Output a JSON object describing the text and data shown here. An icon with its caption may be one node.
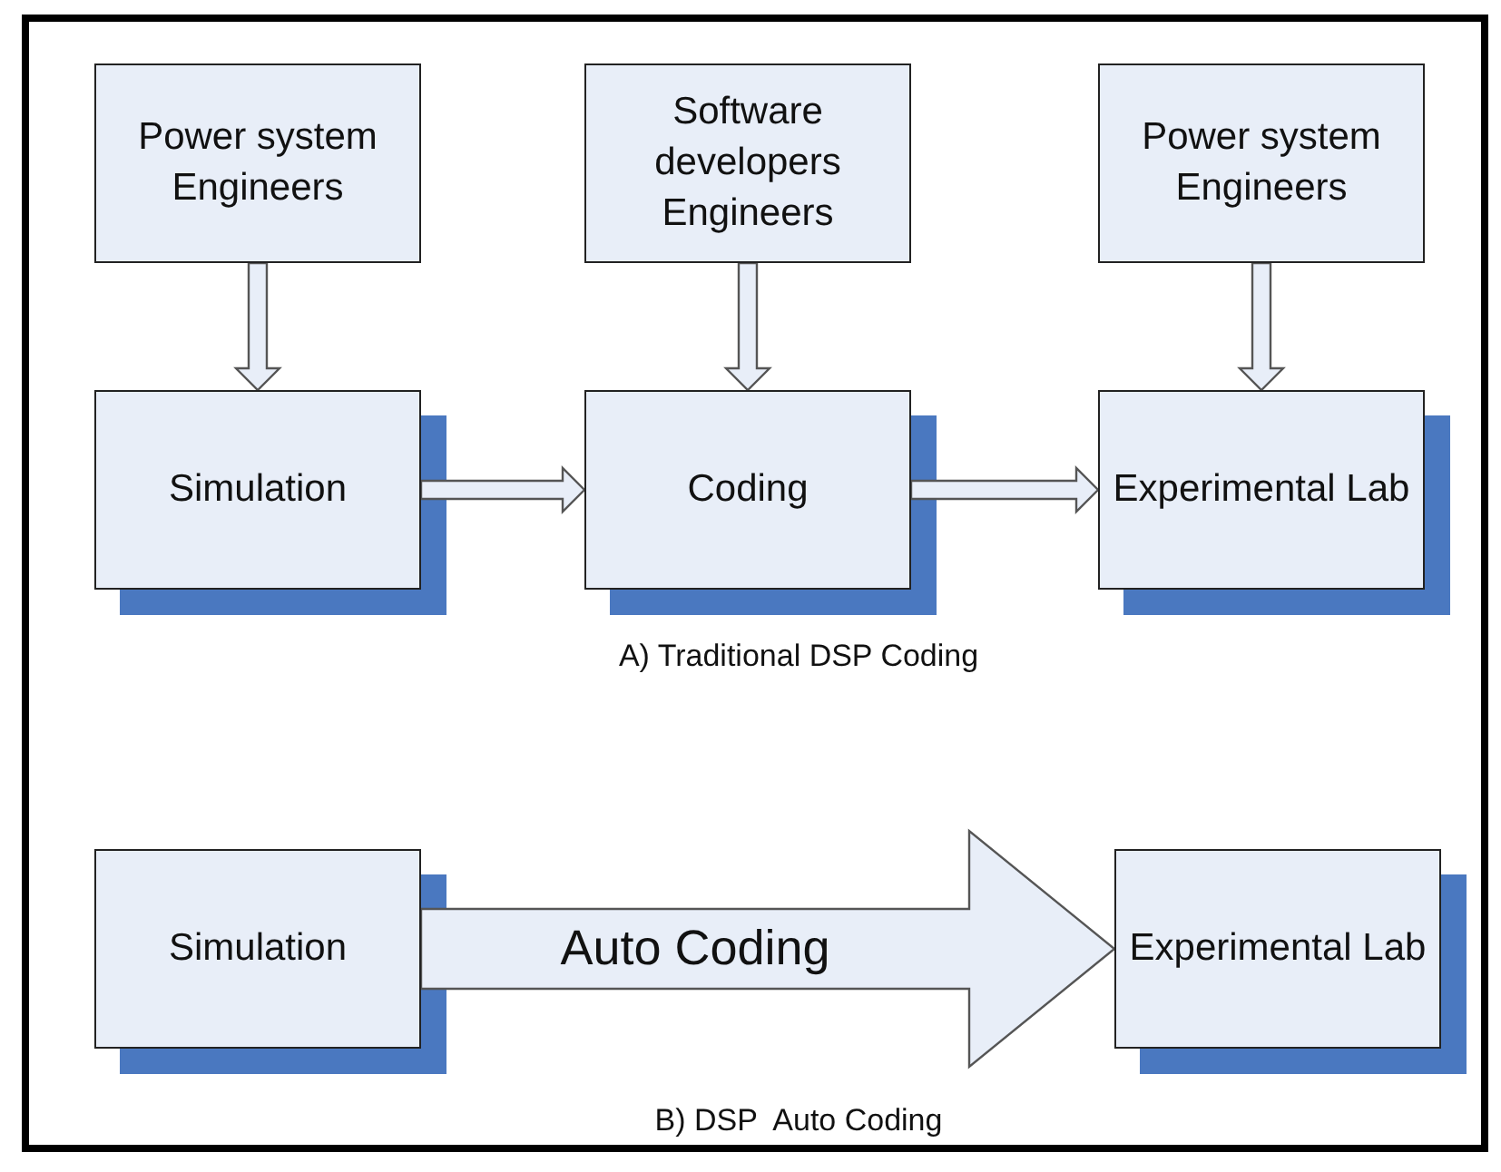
{
  "diagram": {
    "nodes": [
      {
        "text": [
          "Power system Engineers"
        ]
      },
      {
        "text": [
          "Software developers Engineers"
        ]
      },
      {
        "text": [
          "Power system Engineers"
        ]
      },
      {
        "text": [
          "Simulation"
        ]
      },
      {
        "text": [
          "Coding"
        ]
      },
      {
        "text": [
          "Experimental Lab"
        ]
      },
      {
        "text": [
          "Simulation"
        ]
      },
      {
        "text": [
          "Experimental Lab"
        ]
      }
    ],
    "edges": [
      {
        "from": 0,
        "to": 3,
        "arrow": "to"
      },
      {
        "from": 1,
        "to": 4,
        "arrow": "to"
      },
      {
        "from": 2,
        "to": 5,
        "arrow": "to"
      },
      {
        "from": 3,
        "to": 4,
        "arrow": "to"
      },
      {
        "from": 4,
        "to": 5,
        "arrow": "to"
      },
      {
        "from": 6,
        "to": 7,
        "arrow": "to",
        "label": "Auto Coding",
        "style": "thick"
      }
    ],
    "labels": [
      "A) Traditional DSP Coding",
      "B) DSP  Auto Coding"
    ]
  }
}
